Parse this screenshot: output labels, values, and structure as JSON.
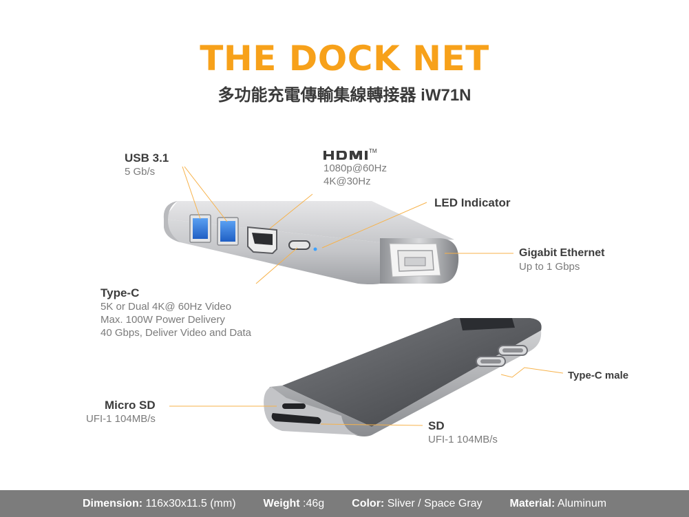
{
  "header": {
    "title": "THE DOCK NET",
    "subtitle": "多功能充電傳輸集線轉接器 iW71N"
  },
  "labels": {
    "usb": {
      "heading": "USB 3.1",
      "lines": [
        "5 Gb/s"
      ]
    },
    "hdmi": {
      "logo": "HDMI",
      "lines": [
        "1080p@60Hz",
        "4K@30Hz"
      ]
    },
    "led": {
      "heading": "LED Indicator"
    },
    "ethernet": {
      "heading": "Gigabit Ethernet",
      "lines": [
        "Up to 1 Gbps"
      ]
    },
    "typec": {
      "heading": "Type-C",
      "lines": [
        "5K or Dual 4K@ 60Hz Video",
        "Max. 100W Power Delivery",
        "40 Gbps, Deliver Video and Data"
      ]
    },
    "typec_male": {
      "heading": "Type-C male"
    },
    "microsd": {
      "heading": "Micro SD",
      "lines": [
        "UFI-1 104MB/s"
      ]
    },
    "sd": {
      "heading": "SD",
      "lines": [
        "UFI-1 104MB/s"
      ]
    }
  },
  "footer": {
    "dimension_key": "Dimension:",
    "dimension_val": "116x30x11.5 (mm)",
    "weight_key": "Weight",
    "weight_val": ":46g",
    "color_key": "Color:",
    "color_val": "Sliver / Space Gray",
    "material_key": "Material:",
    "material_val": "Aluminum"
  },
  "colors": {
    "accent": "#f7a11a",
    "usb_port": "#2a6fd6",
    "footer_bg": "#7c7c7c"
  }
}
